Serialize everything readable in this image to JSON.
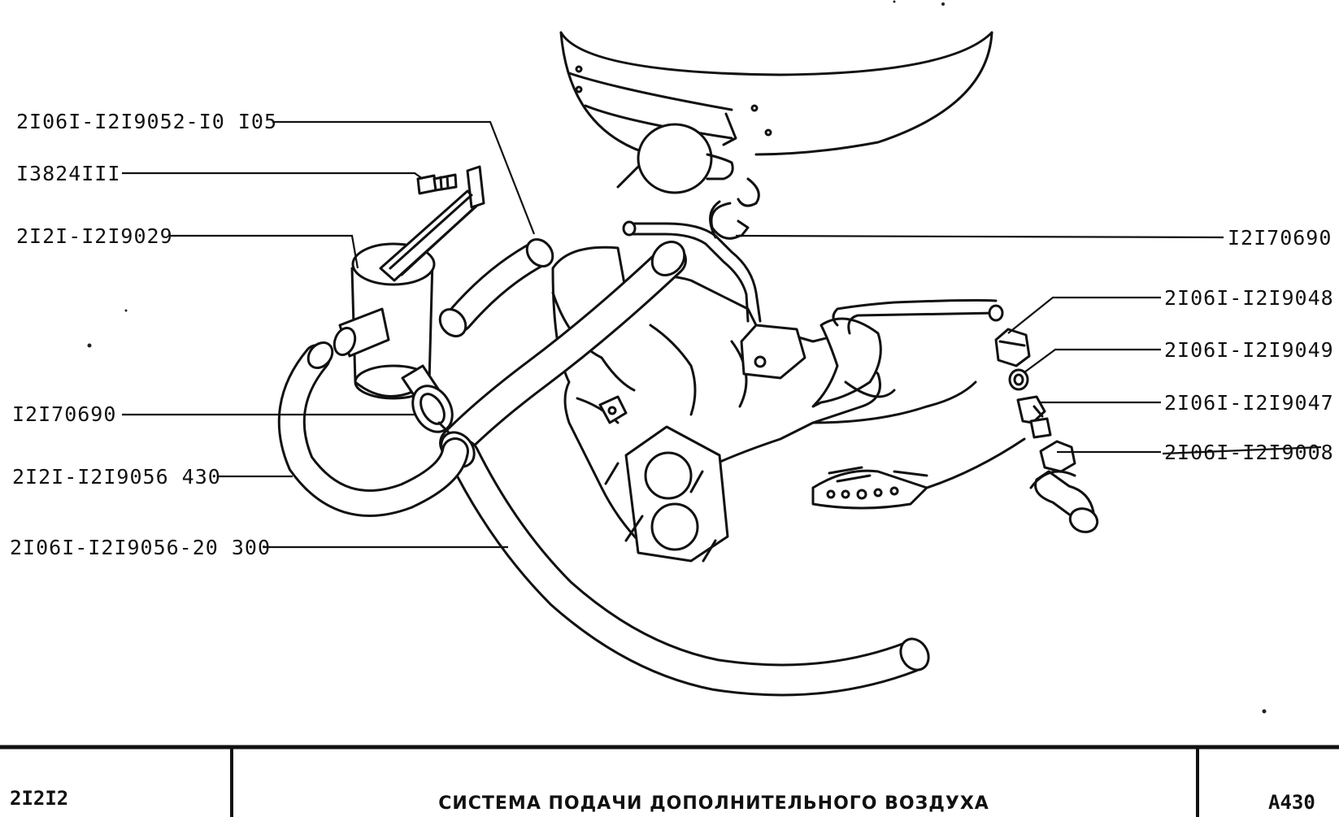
{
  "callouts_left": [
    "2I06I-I2I9052-I0 I05",
    "I3824III",
    "2I2I-I2I9029",
    "I2I70690",
    "2I2I-I2I9056 430",
    "2I06I-I2I9056-20 300"
  ],
  "callouts_right": [
    "I2I70690",
    "2I06I-I2I9048",
    "2I06I-I2I9049",
    "2I06I-I2I9047",
    "2I06I-I2I9008"
  ],
  "title_block": {
    "model": "2I2I2",
    "title": "СИСТЕМА ПОДАЧИ ДОПОЛНИТЕЛЬНОГО ВОЗДУХА",
    "sheet_code": "A430"
  }
}
